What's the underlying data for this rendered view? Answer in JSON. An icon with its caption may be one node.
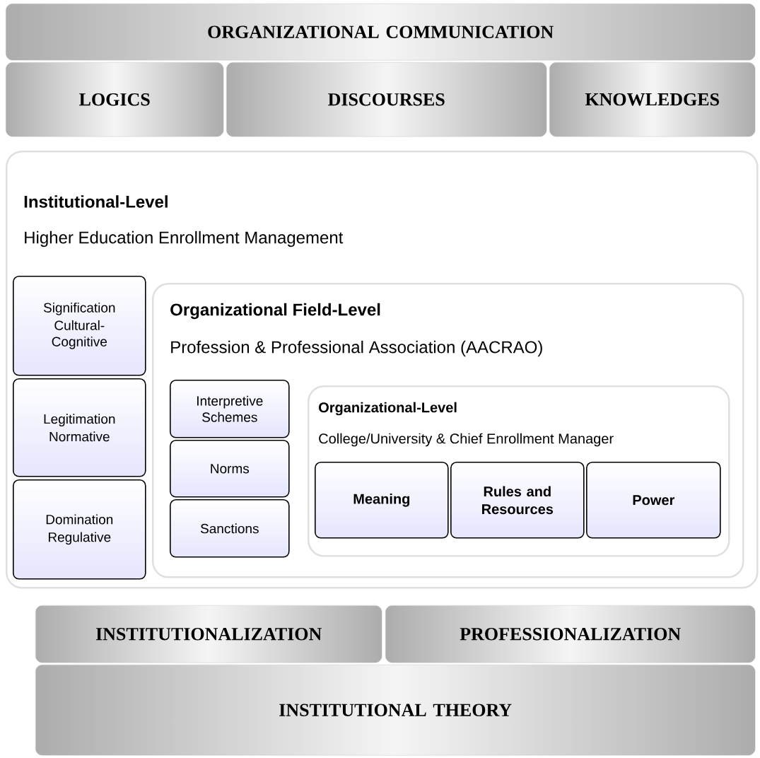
{
  "diagram": {
    "nodes": [
      {
        "text": [
          "ORGANIZATIONAL COMMUNICATION"
        ]
      },
      {
        "text": [
          "LOGICS"
        ]
      },
      {
        "text": [
          "DISCOURSES"
        ]
      },
      {
        "text": [
          "KNOWLEDGES"
        ]
      },
      {
        "text": [
          "Institutional-Level",
          "Higher Education Enrollment Management"
        ]
      },
      {
        "text": [
          "Signification",
          "Cultural-Cognitive"
        ],
        "in": 4
      },
      {
        "text": [
          "Legitimation",
          "Normative"
        ],
        "in": 4
      },
      {
        "text": [
          "Domination",
          "Regulative"
        ],
        "in": 4
      },
      {
        "text": [
          "Organizational Field-Level",
          "Profession & Professional Association (AACRAO)"
        ],
        "in": 4
      },
      {
        "text": [
          "Interpretive Schemes"
        ],
        "in": 8
      },
      {
        "text": [
          "Norms"
        ],
        "in": 8
      },
      {
        "text": [
          "Sanctions"
        ],
        "in": 8
      },
      {
        "text": [
          "Organizational-Level",
          "College/University & Chief Enrollment Manager"
        ],
        "in": 8
      },
      {
        "text": [
          "Meaning"
        ],
        "in": 12
      },
      {
        "text": [
          "Rules and Resources"
        ],
        "in": 12
      },
      {
        "text": [
          "Power"
        ],
        "in": 12
      },
      {
        "text": [
          "INSTITUTIONALIZATION"
        ]
      },
      {
        "text": [
          "PROFESSIONALIZATION"
        ]
      },
      {
        "text": [
          "INSTITUTIONAL THEORY"
        ]
      }
    ]
  }
}
